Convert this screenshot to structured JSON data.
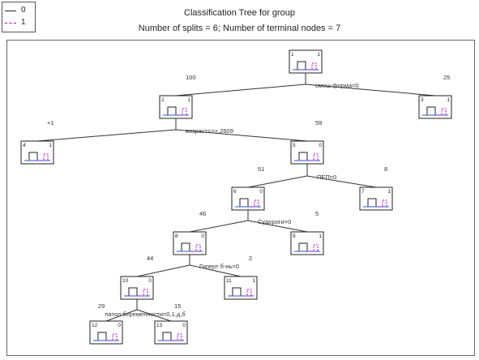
{
  "title": "Classification Tree for group",
  "subtitle": "Number of splits = 6; Number of terminal nodes = 7",
  "legend": [
    {
      "label": "0",
      "style": "solid",
      "color": "#222222"
    },
    {
      "label": "1",
      "style": "dashed",
      "color": "#c000c0"
    }
  ],
  "tree": {
    "nodes": [
      {
        "id": "1",
        "left_text": "1",
        "right_text": "1"
      },
      {
        "id": "2",
        "left_text": "2",
        "right_text": "1"
      },
      {
        "id": "3",
        "left_text": "3",
        "right_text": "1"
      },
      {
        "id": "4",
        "left_text": "4",
        "right_text": "1"
      },
      {
        "id": "5",
        "left_text": "5",
        "right_text": "0"
      },
      {
        "id": "6",
        "left_text": "6",
        "right_text": "0"
      },
      {
        "id": "7",
        "left_text": "7",
        "right_text": "1"
      },
      {
        "id": "8",
        "left_text": "8",
        "right_text": "0"
      },
      {
        "id": "9",
        "left_text": "9",
        "right_text": "1"
      },
      {
        "id": "10",
        "left_text": "10",
        "right_text": "0"
      },
      {
        "id": "11",
        "left_text": "11",
        "right_text": "1"
      },
      {
        "id": "12",
        "left_text": "12",
        "right_text": "0"
      },
      {
        "id": "13",
        "left_text": "13",
        "right_text": "0"
      }
    ],
    "splits": [
      {
        "parent": "1",
        "left": "2",
        "right": "3",
        "condition": "смеш форма=0",
        "left_count": "100",
        "right_count": "25"
      },
      {
        "parent": "2",
        "left": "4",
        "right": "5",
        "condition": "возраст<=+,2609",
        "left_count": "+1",
        "right_count": "59"
      },
      {
        "parent": "5",
        "left": "6",
        "right": "7",
        "condition": "ПЕП=0",
        "left_count": "51",
        "right_count": "8"
      },
      {
        "parent": "6",
        "left": "8",
        "right": "9",
        "condition": "Судороги=0",
        "left_count": "46",
        "right_count": "5"
      },
      {
        "parent": "8",
        "left": "10",
        "right": "11",
        "condition": "Гиперт б-нь=0",
        "left_count": "44",
        "right_count": "2"
      },
      {
        "parent": "10",
        "left": "12",
        "right": "13",
        "condition": "патол беременности=0,1,д,б",
        "left_count": "29",
        "right_count": "15"
      }
    ]
  }
}
